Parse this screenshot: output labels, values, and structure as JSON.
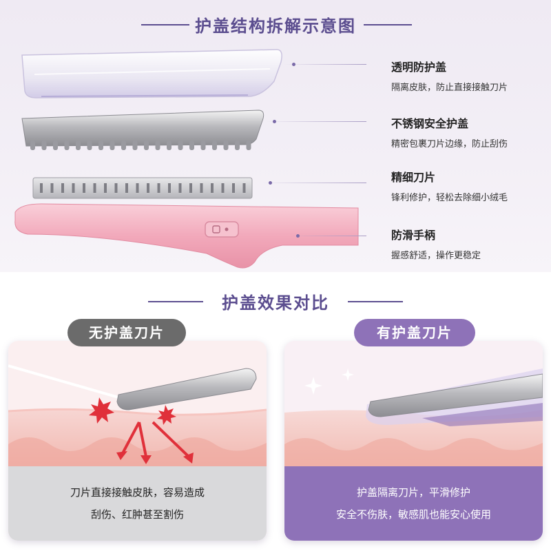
{
  "structure_section": {
    "title": "护盖结构拆解示意图",
    "parts": [
      {
        "name": "透明防护盖",
        "desc": "隔离皮肤，防止直接接触刀片"
      },
      {
        "name": "不锈钢安全护盖",
        "desc": "精密包裹刀片边缘，防止刮伤"
      },
      {
        "name": "精细刀片",
        "desc": "锋利修护，轻松去除细小绒毛"
      },
      {
        "name": "防滑手柄",
        "desc": "握感舒适，操作更稳定"
      }
    ]
  },
  "comparison_section": {
    "title": "护盖效果对比",
    "left": {
      "label": "无护盖刀片",
      "caption_line1": "刀片直接接触皮肤，容易造成",
      "caption_line2": "刮伤、红肿甚至割伤"
    },
    "right": {
      "label": "有护盖刀片",
      "caption_line1": "护盖隔离刀片，平滑修护",
      "caption_line2": "安全不伤肤，敏感肌也能安心使用"
    }
  },
  "colors": {
    "accent_purple": "#5b4d8f",
    "pill_grey": "#6b6b6b",
    "pill_purple": "#8e72b8",
    "handle_pink": "#f2a9bb",
    "danger_red": "#e0303a"
  }
}
